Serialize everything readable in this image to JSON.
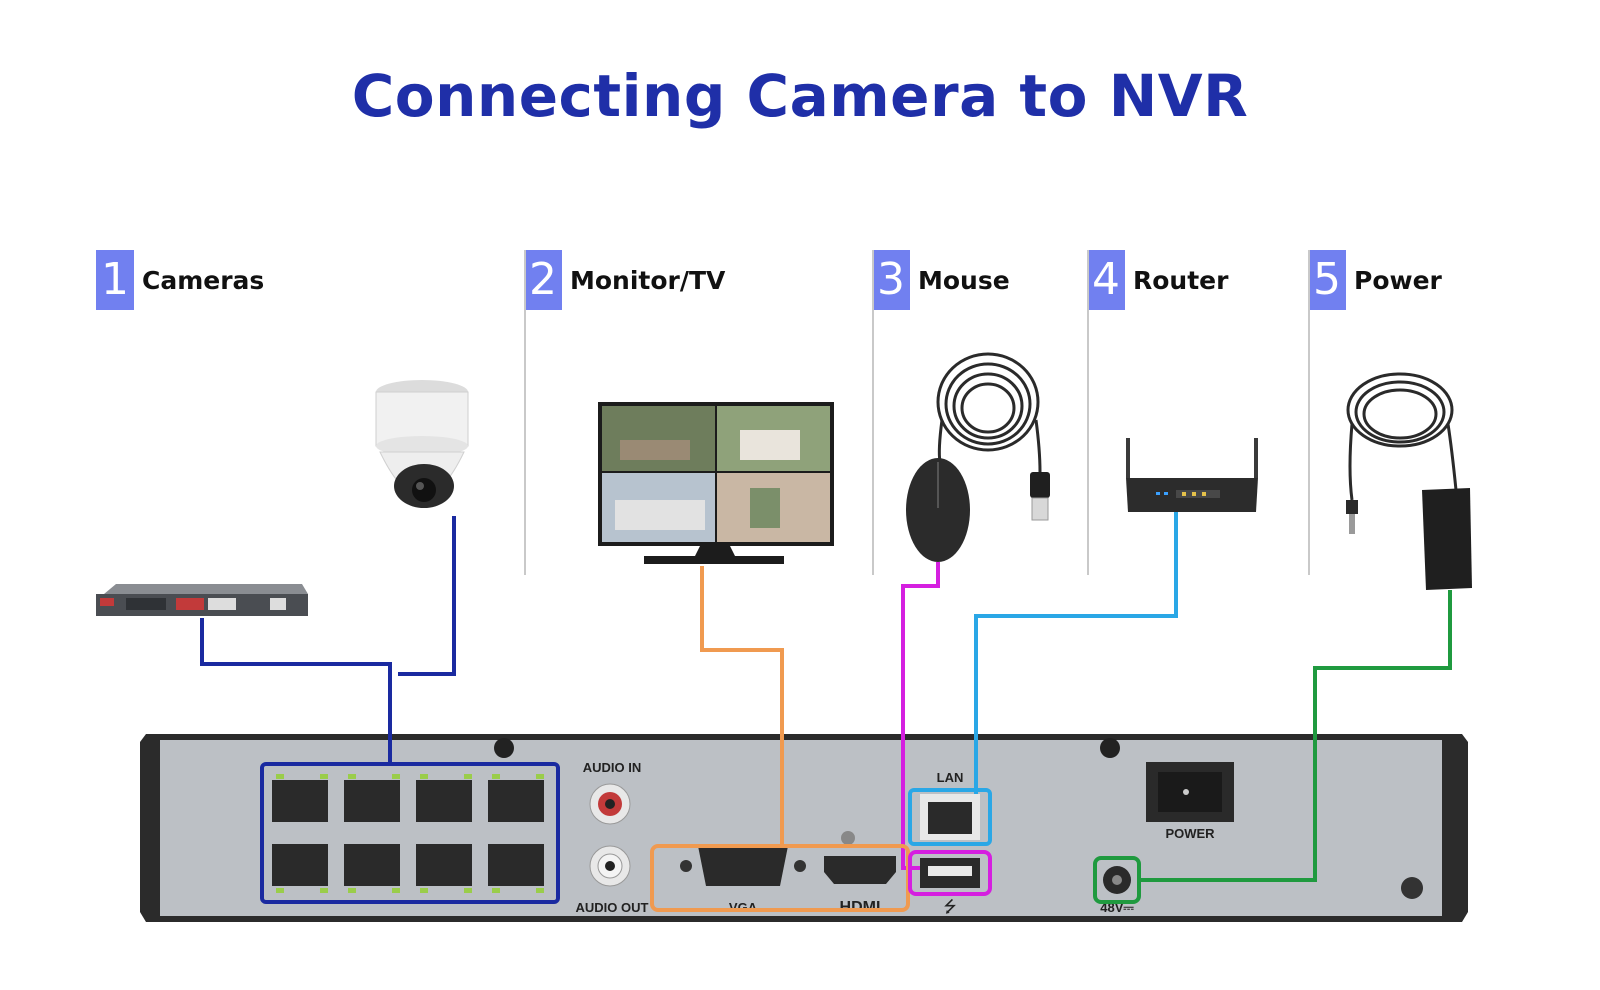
{
  "title": "Connecting Camera to NVR",
  "colors": {
    "title": "#1f2fa8",
    "badge": "#7180f0",
    "cameras_line": "#1a2aa0",
    "monitor_line": "#f09a50",
    "mouse_line": "#d51fe0",
    "router_line": "#2aa7e6",
    "power_line": "#1f9a3f",
    "nvr_body": "#b9bdc2",
    "nvr_frame": "#2a2a2a"
  },
  "categories": [
    {
      "num": "1",
      "label": "Cameras"
    },
    {
      "num": "2",
      "label": "Monitor/TV"
    },
    {
      "num": "3",
      "label": "Mouse"
    },
    {
      "num": "4",
      "label": "Router"
    },
    {
      "num": "5",
      "label": "Power"
    }
  ],
  "devices": {
    "cameras": [
      "dome-camera-icon",
      "poe-switch-icon"
    ],
    "monitor": "monitor-icon",
    "mouse": "usb-mouse-icon",
    "router": "router-icon",
    "power": "power-adapter-icon"
  },
  "nvr_labels": {
    "audio_in": "AUDIO IN",
    "audio_out": "AUDIO OUT",
    "vga": "VGA",
    "hdmi": "HDMI",
    "lan": "LAN",
    "power": "POWER",
    "dc_in": "48V⎓"
  }
}
